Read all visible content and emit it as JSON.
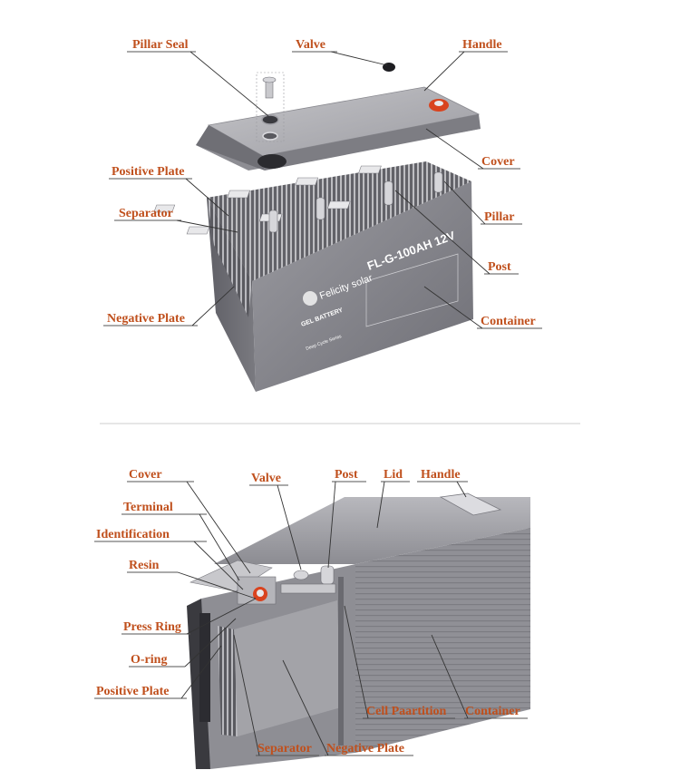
{
  "top_diagram": {
    "labels": {
      "pillar_seal": "Pillar Seal",
      "valve": "Valve",
      "handle": "Handle",
      "cover": "Cover",
      "positive_plate": "Positive Plate",
      "separator": "Separator",
      "pillar": "Pillar",
      "post": "Post",
      "negative_plate": "Negative Plate",
      "container": "Container"
    },
    "battery_print": {
      "brand": "Felicity solar",
      "model": "FL-G-100AH 12V",
      "type": "GEL BATTERY",
      "cycle": "Deep Cycle Series"
    }
  },
  "bottom_diagram": {
    "labels": {
      "cover": "Cover",
      "valve": "Valve",
      "post": "Post",
      "lid": "Lid",
      "handle": "Handle",
      "terminal": "Terminal",
      "identification": "Identification",
      "resin": "Resin",
      "press_ring": "Press Ring",
      "o_ring": "O-ring",
      "positive_plate": "Positive Plate",
      "cell_partition": "Cell Paartition",
      "container": "Container",
      "separator": "Separator",
      "negative_plate": "Negative Plate"
    }
  },
  "colors": {
    "label": "#c0501d",
    "battery_body": "#8a8a90",
    "battery_top": "#a9a9ae",
    "accent_red": "#d9431e"
  }
}
